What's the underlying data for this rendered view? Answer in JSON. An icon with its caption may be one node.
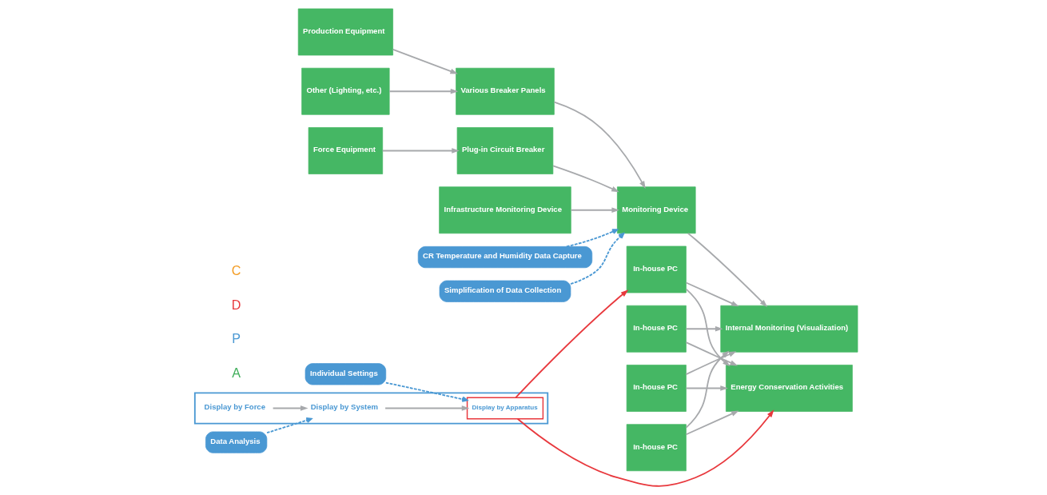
{
  "diagram": {
    "nodes": [
      {
        "text": [
          "Production Equipment"
        ]
      },
      {
        "text": [
          "Force Equipment"
        ]
      },
      {
        "text": [
          "Other (Lighting, etc.)"
        ]
      },
      {
        "text": [
          "Various Breaker Panels"
        ]
      },
      {
        "text": [
          "Plug-in Circuit Breaker"
        ]
      },
      {
        "text": [
          "Infrastructure Monitoring Device"
        ]
      },
      {
        "text": [
          "CR Temperature and Humidity Data Capture"
        ]
      },
      {
        "text": [
          "Simplification of Data Collection"
        ]
      },
      {
        "text": [
          "Monitoring Device"
        ]
      },
      {
        "text": [
          "Internal Monitoring (Visualization)"
        ]
      },
      {
        "text": [
          "In-house PC"
        ]
      },
      {
        "text": [
          "In-house PC"
        ]
      },
      {
        "text": [
          "In-house PC"
        ]
      },
      {
        "text": [
          "In-house PC"
        ]
      },
      {
        "text": [
          "Energy Conservation Activities"
        ]
      },
      {
        "text": [],
        "shape": "box"
      },
      {
        "text": [
          "Display by Force"
        ],
        "in": 15
      },
      {
        "text": [
          "Display by System"
        ],
        "in": 15
      },
      {
        "text": [
          "Display by Apparatus"
        ],
        "in": 15
      },
      {
        "text": [
          "Data Analysis"
        ]
      },
      {
        "text": [
          "Individual Settings"
        ]
      }
    ],
    "edges": [
      {
        "from": 0,
        "to": 3,
        "arrow": "to"
      },
      {
        "from": 1,
        "to": 4,
        "arrow": "to"
      },
      {
        "from": 2,
        "to": 3,
        "arrow": "to"
      },
      {
        "from": 3,
        "to": 8,
        "arrow": "to"
      },
      {
        "from": 4,
        "to": 8,
        "arrow": "to"
      },
      {
        "from": 5,
        "to": 8,
        "arrow": "to"
      },
      {
        "from": 6,
        "to": 8,
        "arrow": "to",
        "style": "dashed",
        "color": "#4a98d3"
      },
      {
        "from": 7,
        "to": 8,
        "arrow": "to",
        "style": "dashed",
        "color": "#4a98d3"
      },
      {
        "from": 8,
        "to": 9,
        "arrow": "to"
      },
      {
        "from": 10,
        "to": 9,
        "arrow": "to"
      },
      {
        "from": 11,
        "to": 9,
        "arrow": "to"
      },
      {
        "from": 12,
        "to": 9,
        "arrow": "to"
      },
      {
        "from": 13,
        "to": 9,
        "arrow": "to"
      },
      {
        "from": 10,
        "to": 14,
        "arrow": "to"
      },
      {
        "from": 11,
        "to": 14,
        "arrow": "to"
      },
      {
        "from": 12,
        "to": 14,
        "arrow": "to"
      },
      {
        "from": 13,
        "to": 14,
        "arrow": "to"
      },
      {
        "from": 16,
        "to": 17,
        "arrow": "to"
      },
      {
        "from": 17,
        "to": 18,
        "arrow": "to"
      },
      {
        "from": 19,
        "to": 17,
        "arrow": "to",
        "style": "dashed",
        "color": "#4a98d3"
      },
      {
        "from": 20,
        "to": 18,
        "arrow": "to",
        "style": "dashed",
        "color": "#4a98d3"
      },
      {
        "from": 18,
        "to": 10,
        "arrow": "to",
        "color": "#e8383d"
      },
      {
        "from": 18,
        "to": 14,
        "arrow": "to",
        "color": "#e8383d"
      }
    ],
    "labels": [
      "A",
      "P",
      "D",
      "C"
    ]
  }
}
